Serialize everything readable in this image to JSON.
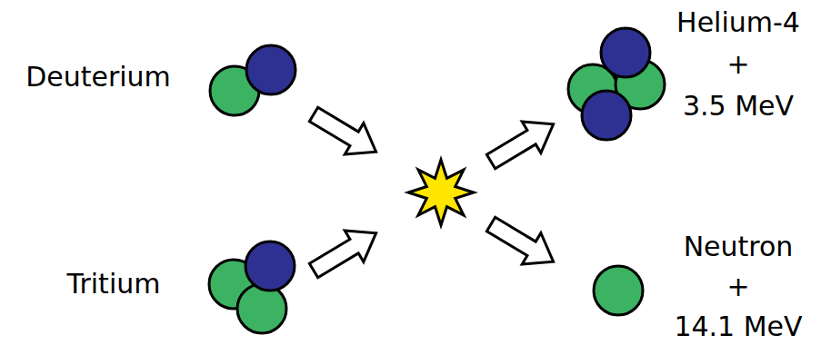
{
  "diagram": {
    "nodes": [
      {
        "text": [
          "Deuterium"
        ]
      },
      {
        "text": [
          "Tritium"
        ]
      },
      {
        "text": [
          "Helium-4",
          "+",
          "3.5 MeV"
        ]
      },
      {
        "text": [
          "Neutron",
          "+",
          "14.1 MeV"
        ]
      }
    ]
  }
}
